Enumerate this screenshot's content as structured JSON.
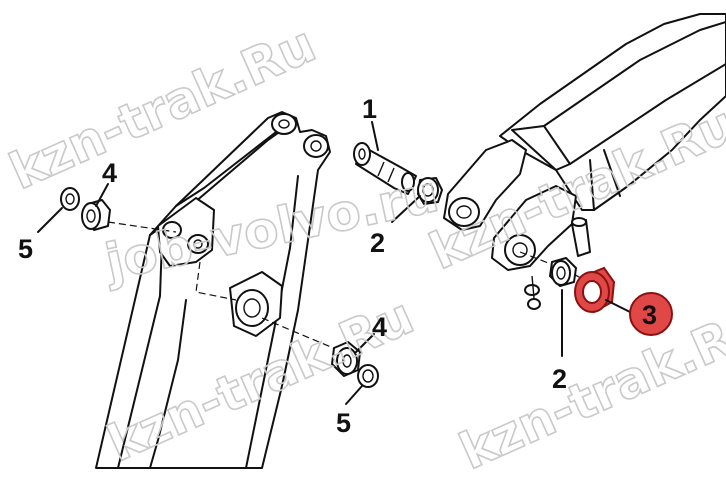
{
  "watermark": {
    "text_a": "kzn-trak.Ru",
    "text_b": "job-volvo.ru",
    "color": "#c9c9c9"
  },
  "callouts": [
    {
      "id": "label-1",
      "text": "1"
    },
    {
      "id": "label-2-top",
      "text": "2"
    },
    {
      "id": "label-2-bottom",
      "text": "2"
    },
    {
      "id": "label-3",
      "text": "3"
    },
    {
      "id": "label-4-top",
      "text": "4"
    },
    {
      "id": "label-4-bottom",
      "text": "4"
    },
    {
      "id": "label-5-top",
      "text": "5"
    },
    {
      "id": "label-5-bottom",
      "text": "5"
    }
  ],
  "highlight": {
    "part": "3",
    "fill_color": "#e04848",
    "stroke_color": "#8b1010"
  }
}
